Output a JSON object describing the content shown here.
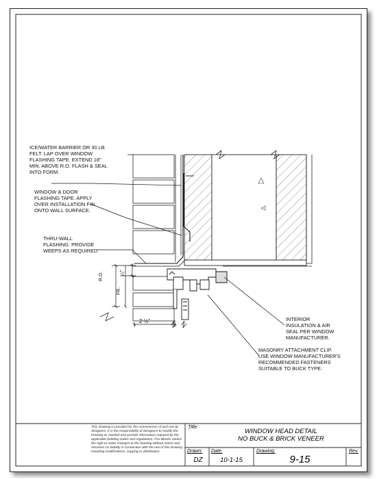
{
  "notes": {
    "ice_water_barrier": "ICE/WATER BARRIER OR 30 LB\nFELT. LAP OVER WINDOW\nFLASHING TAPE. EXTEND 18\"\nMIN. ABOVE R.O. FLASH & SEAL\nINTO FORM.",
    "flashing_tape": "WINDOW & DOOR\nFLASHING TAPE.  APPLY\nOVER INSTALLATION FIN\nONTO WALL SURFACE.",
    "thru_wall": "THRU-WALL\nFLASHING. PROVIDE\nWEEPS AS REQUIRED",
    "interior_insulation": "INTERIOR\nINSULATION & AIR\nSEAL PER WINDOW\nMANUFACTURER.",
    "masonry_clip": "MASONRY ATTACHMENT CLIP.\nUSE WINDOW MANUFACTURER'S\nRECOMMENDED FASTENERS\nSUITABLE TO BUCK TYPE."
  },
  "dimensions": {
    "ro": "R.O.",
    "fr": "FR.",
    "quarter": "¼\"",
    "width": "2 ½\""
  },
  "title_block": {
    "disclaimer": "This drawing is provided for the convenience of and use by designers.  It is the responsibility of designers to modify the drawing as needed and provide information required by the applicable building codes and regulations.  Fox Blocks retains the right to make changes to the drawing without notice and assumes no liability in connection with the use of this drawing including modifications, copying or distribution.",
    "title_label": "Title:",
    "title_line1": "WINDOW HEAD DETAIL",
    "title_line2": "NO BUCK & BRICK VENEER",
    "drawn_label": "Drawn:",
    "drawn_value": "DZ",
    "date_label": "Date:",
    "date_value": "10-1-15",
    "drawing_label": "Drawing:",
    "drawing_value": "9-15",
    "rev_label": "Rev."
  }
}
